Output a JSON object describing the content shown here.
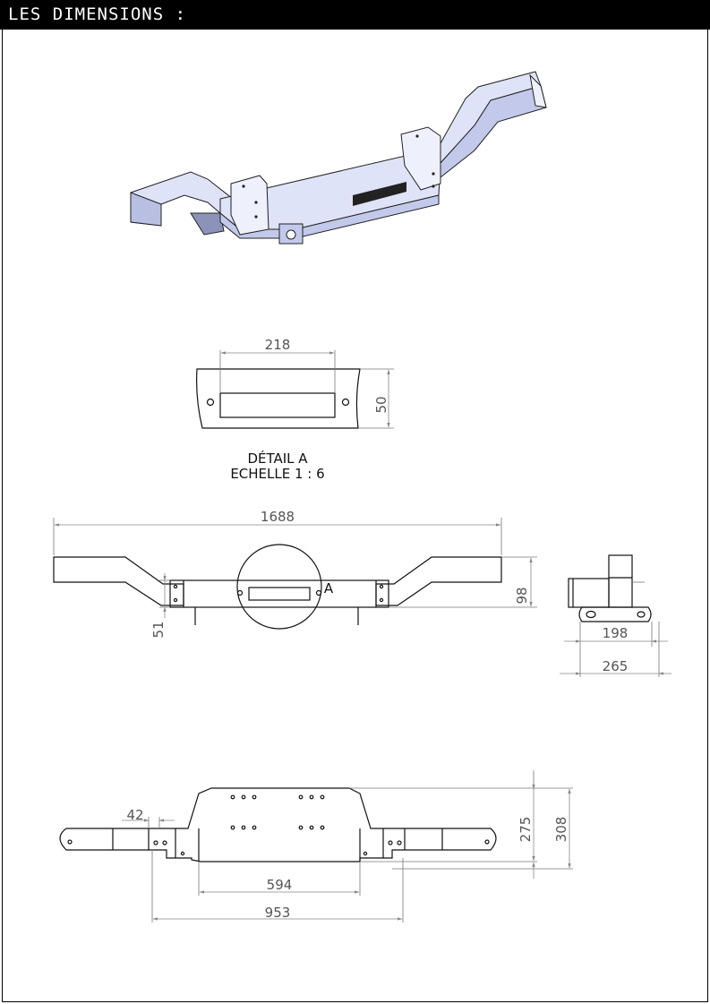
{
  "header": {
    "title": "LES DIMENSIONS :"
  },
  "detail": {
    "title": "DÉTAIL A",
    "scale": "ECHELLE 1 : 6",
    "dim_width": "218",
    "dim_height": "50"
  },
  "front_view": {
    "dim_total": "1688",
    "dim_height": "98",
    "dim_lower": "51",
    "callout": "A"
  },
  "side_view": {
    "dim_a": "198",
    "dim_b": "265"
  },
  "top_view": {
    "dim_42": "42",
    "dim_594": "594",
    "dim_953": "953",
    "dim_275": "275",
    "dim_308": "308"
  },
  "colors": {
    "header_bg": "#000000",
    "header_fg": "#ffffff",
    "part_fill": "#dfe3f7",
    "part_shade": "#a9b0d6"
  }
}
